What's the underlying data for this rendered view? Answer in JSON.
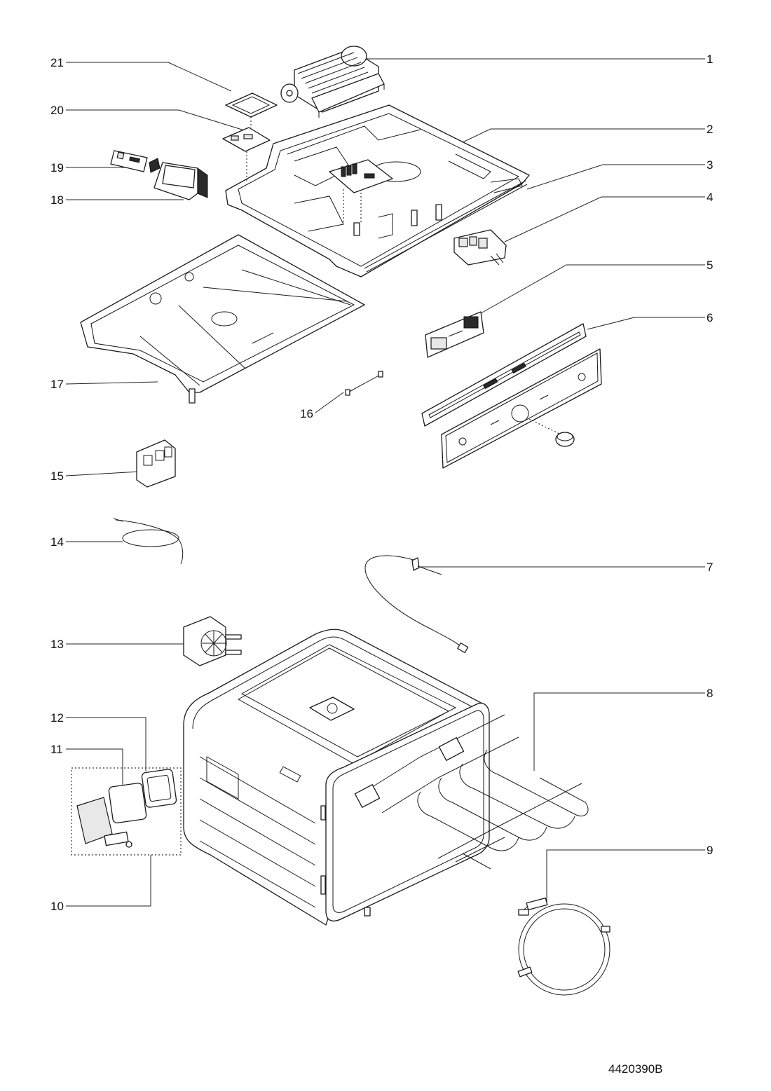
{
  "callouts": [
    "1",
    "2",
    "3",
    "4",
    "5",
    "6",
    "7",
    "8",
    "9",
    "10",
    "11",
    "12",
    "13",
    "14",
    "15",
    "16",
    "17",
    "18",
    "19",
    "20",
    "21"
  ],
  "document_code": "4420390B"
}
